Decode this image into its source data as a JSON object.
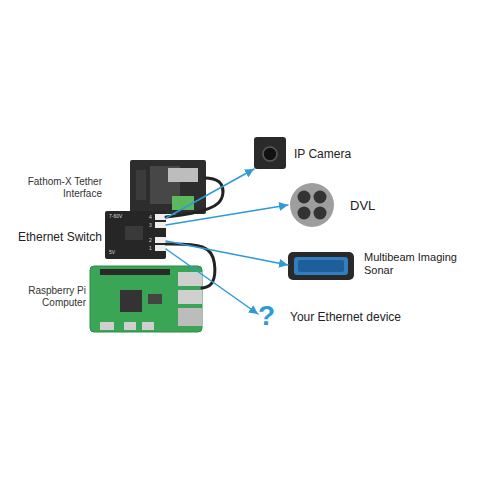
{
  "diagram": {
    "nodes": [
      {
        "text": [
          "Fathom-X Tether Interface"
        ]
      },
      {
        "text": [
          "Ethernet Switch"
        ]
      },
      {
        "text": [
          "Raspberry Pi Computer"
        ]
      },
      {
        "text": [
          "IP Camera"
        ]
      },
      {
        "text": [
          "DVL"
        ]
      },
      {
        "text": [
          "Multibeam Imaging Sonar"
        ]
      },
      {
        "text": [
          "?",
          "Your Ethernet device"
        ]
      }
    ],
    "edges": [
      {
        "from": 0,
        "to": 1,
        "arrow": "none"
      },
      {
        "from": 1,
        "to": 2,
        "arrow": "none"
      },
      {
        "from": 1,
        "to": 3,
        "arrow": "to"
      },
      {
        "from": 1,
        "to": 4,
        "arrow": "to"
      },
      {
        "from": 1,
        "to": 5,
        "arrow": "to"
      },
      {
        "from": 1,
        "to": 6,
        "arrow": "to"
      }
    ],
    "labels": [
      "7-60V",
      "4",
      "3",
      "2",
      "1",
      "5V"
    ]
  }
}
